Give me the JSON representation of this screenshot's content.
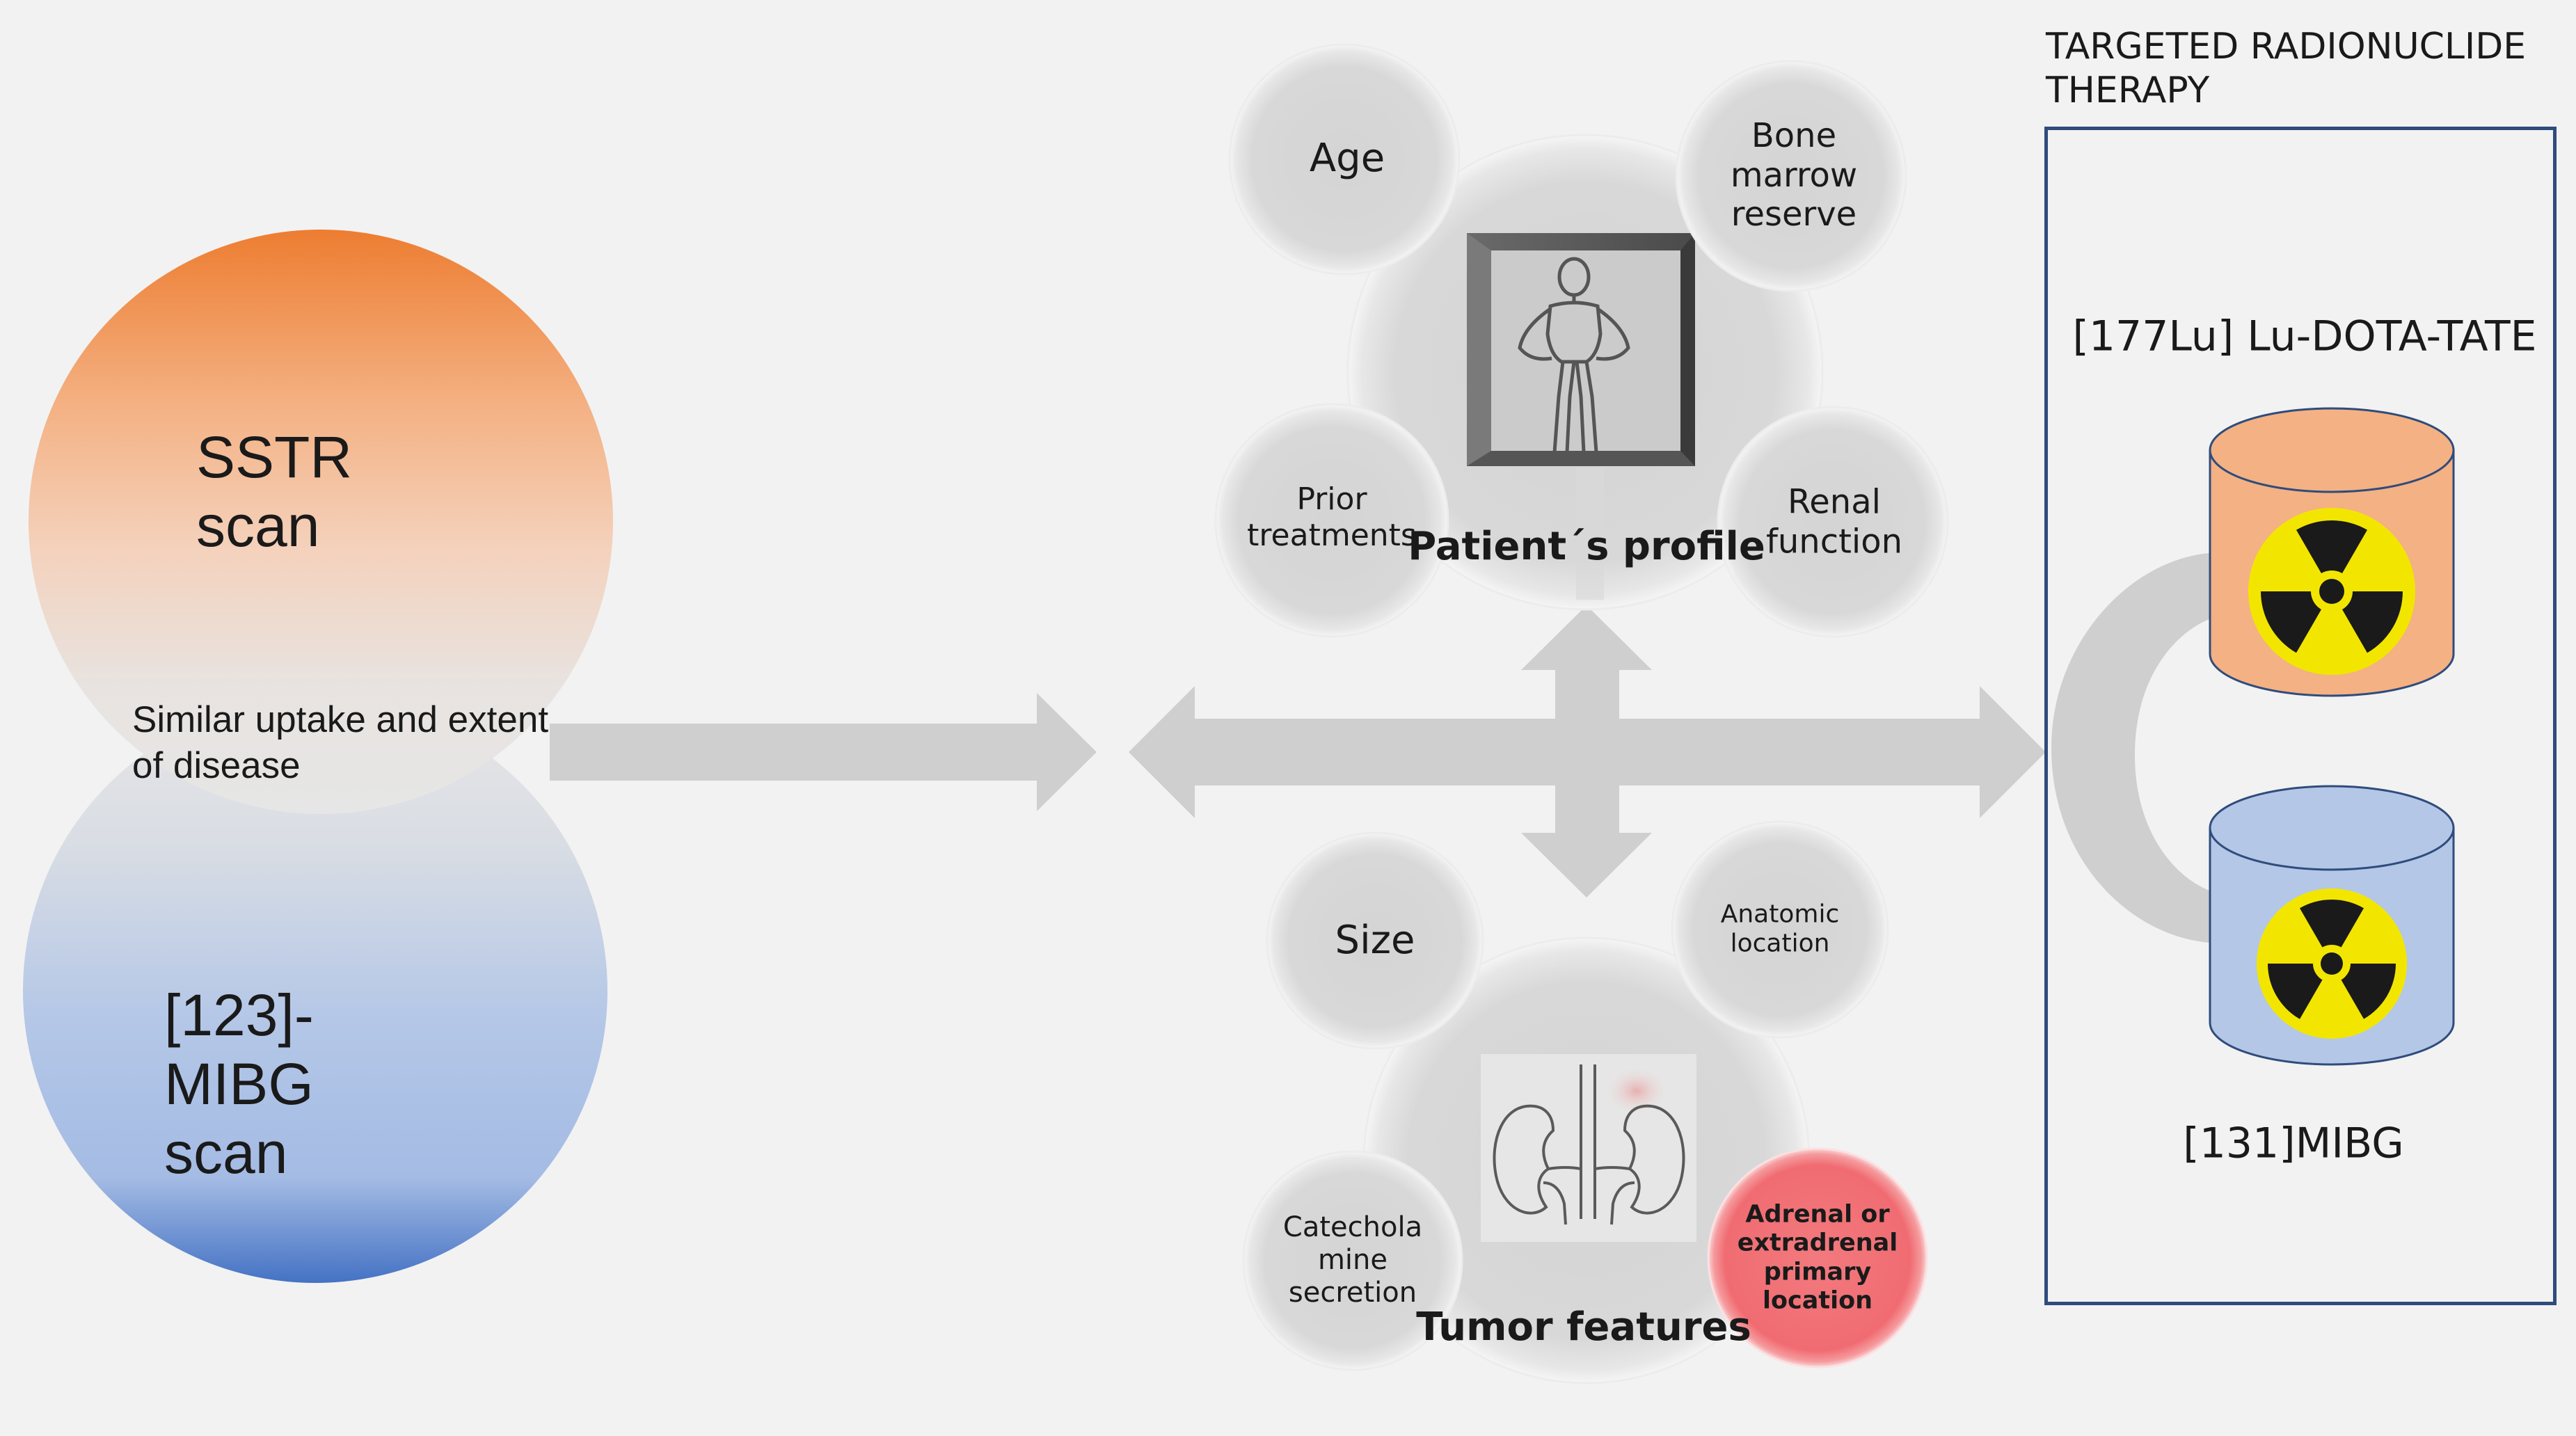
{
  "scans": {
    "sstr_label": "SSTR\nscan",
    "mibg_label": "[123]-\nMIBG\nscan",
    "overlap_label": "Similar uptake and extent\nof disease"
  },
  "patient": {
    "title": "Patient´s profile",
    "factors": [
      "Age",
      "Bone\nmarrow\nreserve",
      "Prior\ntreatments",
      "Renal\nfunction"
    ]
  },
  "tumor": {
    "title": "Tumor features",
    "factors": [
      "Size",
      "Anatomic\nlocation",
      "Catechola\nmine\nsecretion",
      "Adrenal or\nextradrenal\nprimary\nlocation"
    ]
  },
  "therapy": {
    "heading": "TARGETED RADIONUCLIDE\nTHERAPY",
    "agents": [
      "[177Lu] Lu-DOTA-TATE",
      "[131]MIBG"
    ]
  },
  "colors": {
    "background": "#f2f2f2",
    "sstr": "#ed7d31",
    "mibg": "#4472c4",
    "arrow": "#d0cfcf",
    "bubble": "#d6d6d6",
    "highlight": "#f4747a",
    "box_border": "#2f4c7c",
    "lu_vial": "#f4b183",
    "mibg_vial": "#b4c7e7",
    "radiation_yellow": "#f2e600"
  },
  "icons": [
    "human-figure-icon",
    "kidneys-icon",
    "radiation-icon"
  ]
}
